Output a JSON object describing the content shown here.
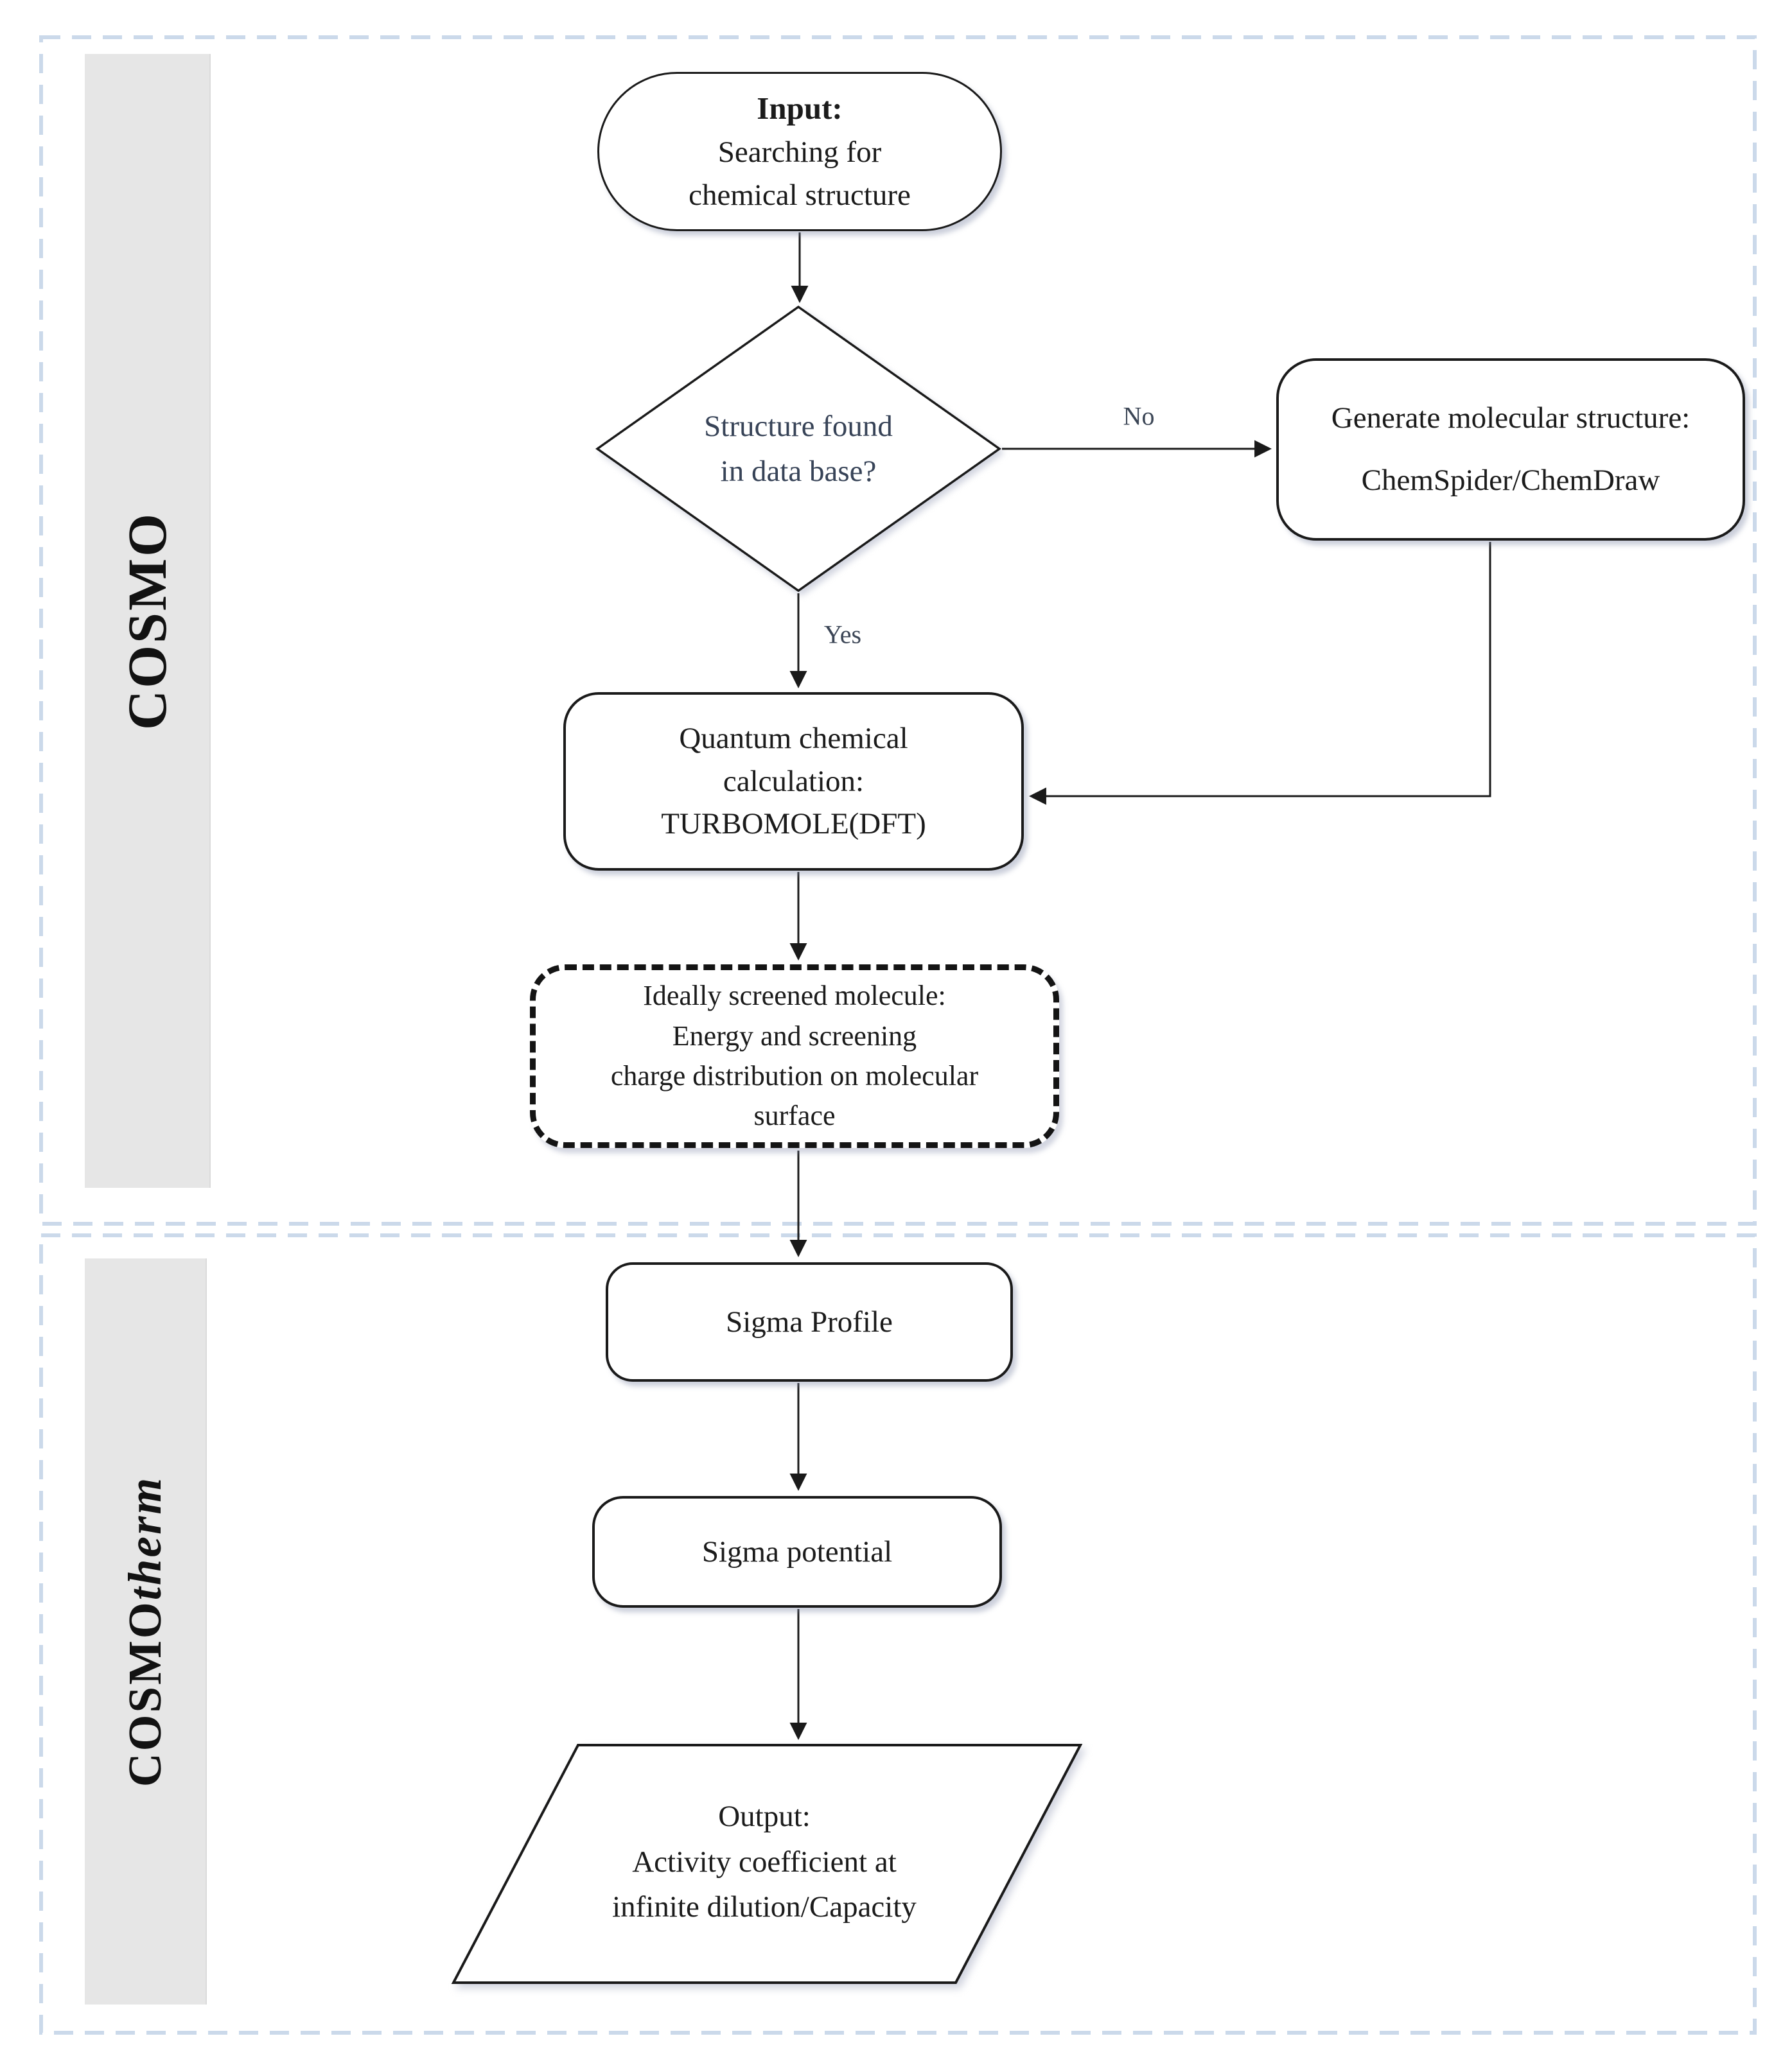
{
  "sections": [
    {
      "label": "COSMO",
      "label_italic": ""
    },
    {
      "label": "COSMO",
      "label_italic": "therm"
    }
  ],
  "nodes": {
    "input": {
      "title": "Input:",
      "line1": "Searching for",
      "line2": "chemical structure"
    },
    "decision": {
      "line1": "Structure found",
      "line2": "in data base?"
    },
    "generate": {
      "line1": "Generate molecular structure:",
      "line2": "ChemSpider/ChemDraw"
    },
    "quantum": {
      "line1": "Quantum chemical",
      "line2": "calculation:",
      "line3": "TURBOMOLE(DFT)"
    },
    "screened": {
      "line1": "Ideally screened molecule:",
      "line2": "Energy and screening",
      "line3": "charge distribution on molecular",
      "line4": "surface"
    },
    "sigma_profile": {
      "label": "Sigma Profile"
    },
    "sigma_potential": {
      "label": "Sigma potential"
    },
    "output": {
      "title": "Output:",
      "line1": "Activity coefficient at",
      "line2": "infinite dilution/Capacity"
    }
  },
  "edges": {
    "no_label": "No",
    "yes_label": "Yes"
  },
  "colors": {
    "section_border": "#cbd9ea",
    "sidebar_fill": "#e6e6e6",
    "node_border": "#1a1a1a",
    "connector": "#1a1a1a",
    "decision_text": "#374357",
    "edge_label": "#3c4656"
  }
}
